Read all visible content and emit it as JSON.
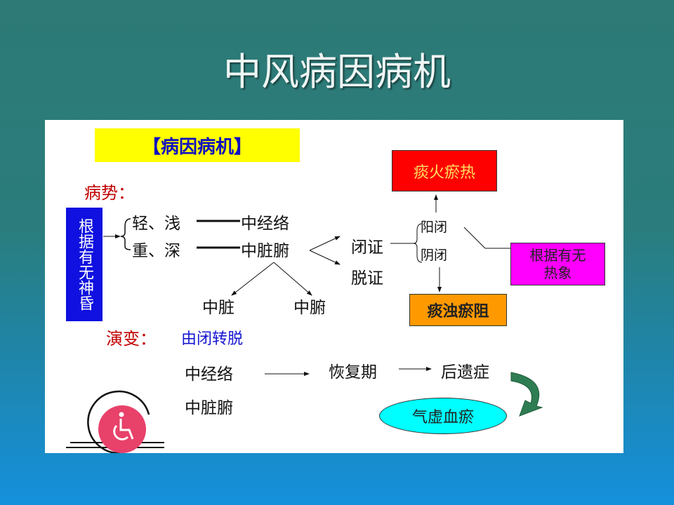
{
  "title": "中风病因病机",
  "header_label": "【病因病机】",
  "section1_label": "病势：",
  "basis_box": "根据有无神昏",
  "mild": "轻、浅",
  "severe": "重、深",
  "meridian": "中经络",
  "zangfu": "中脏腑",
  "zang": "中脏",
  "fu": "中腑",
  "closed": "闭证",
  "collapse": "脱证",
  "yang_closed": "阳闭",
  "yin_closed": "阴闭",
  "phlegm_fire": "痰火瘀热",
  "phlegm_turbid": "痰浊瘀阻",
  "heat_basis": "根据有无热象",
  "section2_label": "演变：",
  "evolution": "由闭转脱",
  "evo_meridian": "中经络",
  "evo_zangfu": "中脏腑",
  "recovery": "恢复期",
  "sequelae": "后遗症",
  "qi_blood": "气虚血瘀",
  "colors": {
    "yellow": "#ffff00",
    "blue": "#1010e0",
    "red": "#ff0000",
    "orange": "#ff9900",
    "magenta": "#ff00ff",
    "cyan": "#00ffff",
    "green": "#2e7d52",
    "wheelchair": "#e8416a"
  }
}
